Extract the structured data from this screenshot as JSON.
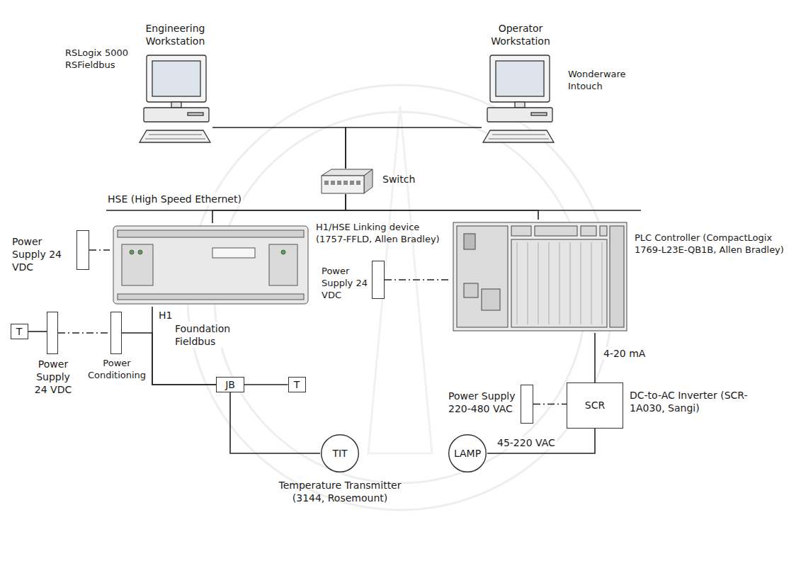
{
  "diagram": {
    "nodes": [
      {
        "text": [
          "Engineering Workstation",
          "RSLogix 5000 RSFieldbus"
        ]
      },
      {
        "text": [
          "Operator Workstation",
          "Wonderware Intouch"
        ]
      },
      {
        "text": [
          "Switch"
        ]
      },
      {
        "text": [
          "H1/HSE Linking device (1757-FFLD, Allen Bradley)"
        ]
      },
      {
        "text": [
          "PLC Controller (CompactLogix 1769-L23E-QB1B, Allen Bradley)"
        ]
      },
      {
        "text": [
          "Power Supply 24 VDC"
        ]
      },
      {
        "text": [
          "Power Supply 24 VDC"
        ]
      },
      {
        "text": [
          "T"
        ]
      },
      {
        "text": [
          "Power Supply 24 VDC"
        ]
      },
      {
        "text": [
          "Power Conditioning"
        ]
      },
      {
        "text": [
          "JB"
        ]
      },
      {
        "text": [
          "T"
        ]
      },
      {
        "text": [
          "TIT",
          "Temperature Transmitter (3144, Rosemount)"
        ]
      },
      {
        "text": [
          "SCR",
          "DC-to-AC Inverter (SCR-1A030, Sangi)"
        ]
      },
      {
        "text": [
          "Power Supply 220-480 VAC"
        ]
      },
      {
        "text": [
          "LAMP"
        ]
      }
    ],
    "edges": [
      {
        "from": 0,
        "to": 2,
        "arrow": "none"
      },
      {
        "from": 1,
        "to": 2,
        "arrow": "none"
      },
      {
        "from": 2,
        "to": 3,
        "arrow": "none"
      },
      {
        "from": 2,
        "to": 4,
        "arrow": "none"
      },
      {
        "from": 5,
        "to": 3,
        "arrow": "none"
      },
      {
        "from": 6,
        "to": 4,
        "arrow": "none"
      },
      {
        "from": 3,
        "to": 10,
        "label": "H1",
        "arrow": "none"
      },
      {
        "from": 7,
        "to": 8,
        "arrow": "none"
      },
      {
        "from": 8,
        "to": 9,
        "arrow": "none"
      },
      {
        "from": 9,
        "to": 10,
        "arrow": "none"
      },
      {
        "from": 10,
        "to": 11,
        "arrow": "none"
      },
      {
        "from": 10,
        "to": 12,
        "arrow": "none"
      },
      {
        "from": 4,
        "to": 13,
        "label": "4-20 mA",
        "arrow": "none"
      },
      {
        "from": 13,
        "to": 15,
        "label": "45-220 VAC",
        "arrow": "none"
      },
      {
        "from": 14,
        "to": 13,
        "arrow": "none"
      }
    ],
    "labels": [
      "HSE (High Speed Ethernet)",
      "Foundation Fieldbus"
    ]
  }
}
